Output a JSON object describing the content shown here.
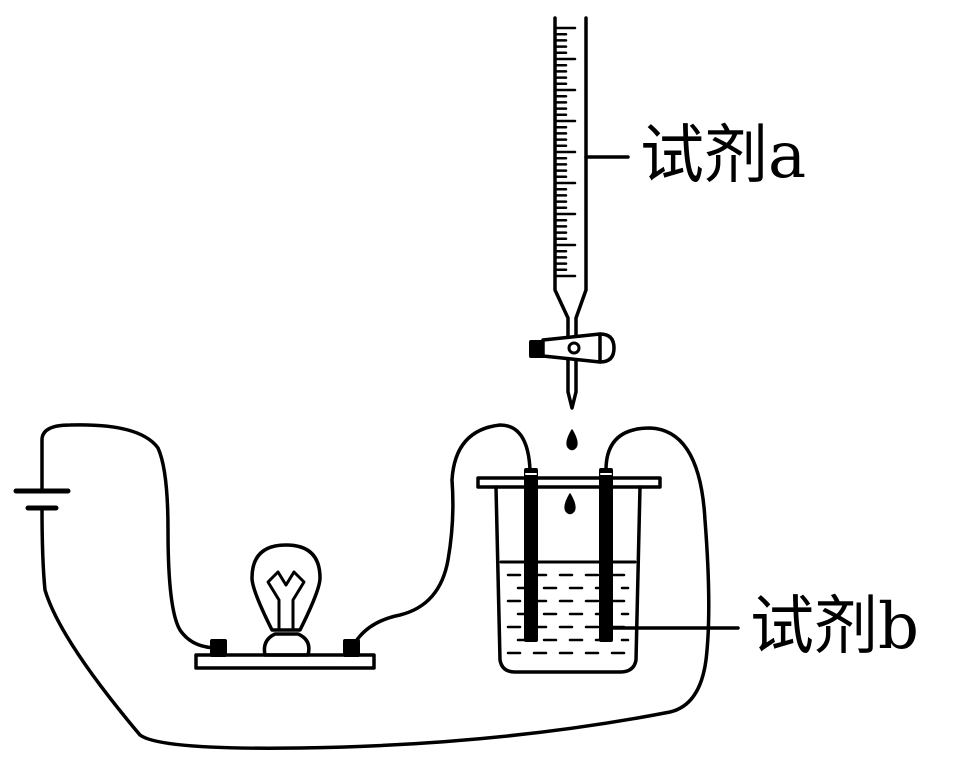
{
  "labels": {
    "reagent_a": "试剂a",
    "reagent_b": "试剂b"
  },
  "colors": {
    "stroke": "#000000",
    "background": "#ffffff"
  },
  "components": [
    "battery-icon",
    "light-bulb-icon",
    "burette-icon",
    "beaker-icon",
    "electrode-icon",
    "wire"
  ]
}
